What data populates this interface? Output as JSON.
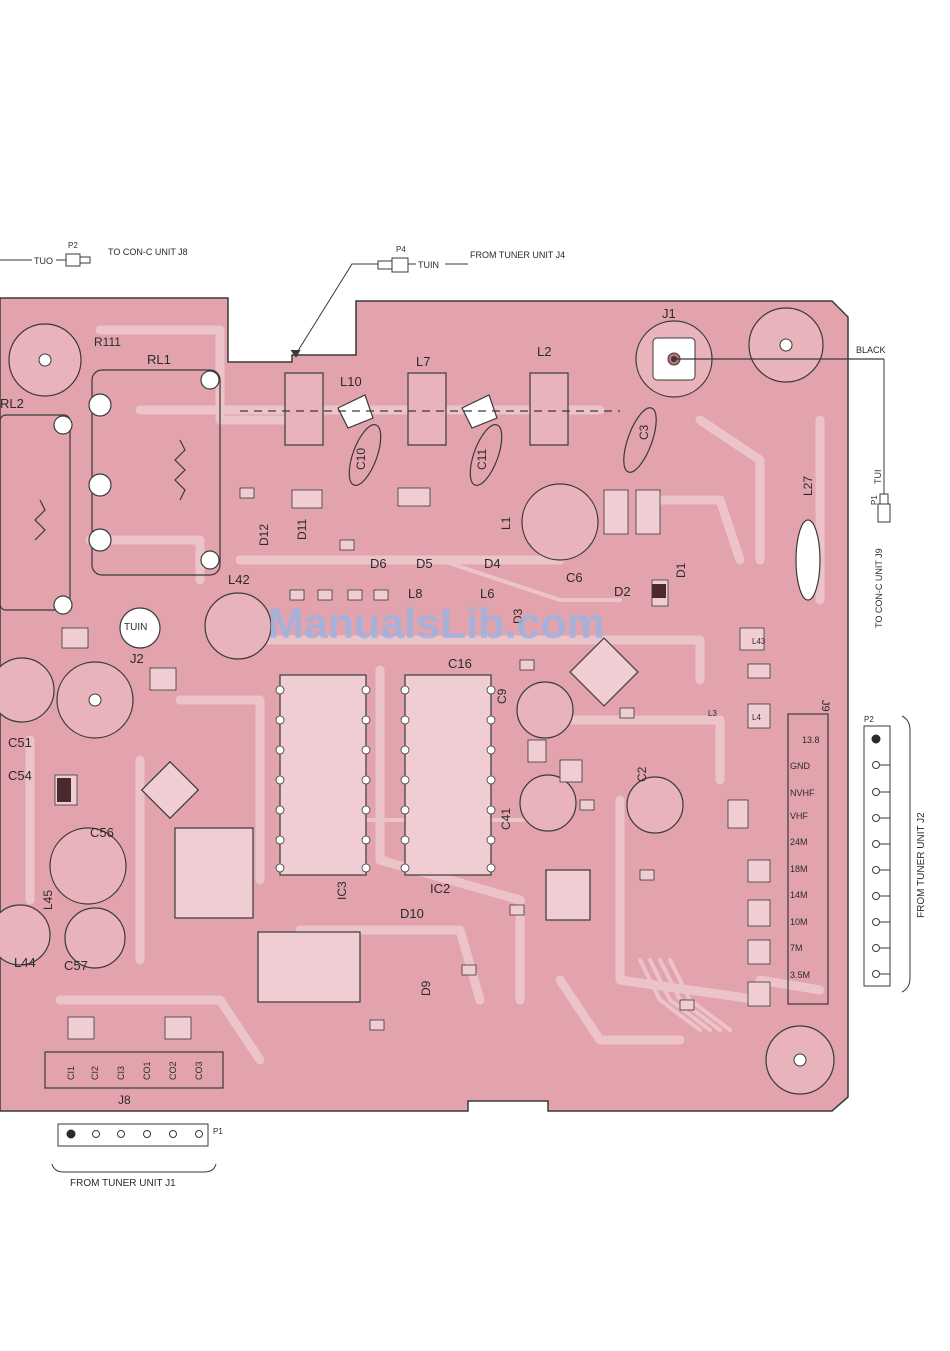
{
  "top_connectors": {
    "tuo_line": "TUO",
    "p2_ref": "P2",
    "p2_dest": "TO CON-C UNIT J8",
    "p4_ref": "P4",
    "tuin_line": "TUIN",
    "p4_dest": "FROM TUNER UNIT J4"
  },
  "right_connector": {
    "wire_color": "BLACK",
    "ref": "P1",
    "signal": "TUI",
    "dest": "TO CON-C UNIT J9"
  },
  "j9": {
    "ref": "J9",
    "plug_ref": "P2",
    "pins": [
      "13.8",
      "GND",
      "NVHF",
      "VHF",
      "24M",
      "18M",
      "14M",
      "10M",
      "7M",
      "3.5M"
    ],
    "source": "FROM TUNER UNIT J2"
  },
  "j8": {
    "ref": "J8",
    "pins": [
      "CI1",
      "CI2",
      "CI3",
      "CO1",
      "CO2",
      "CO3"
    ],
    "plug_ref": "P1",
    "source": "FROM TUNER UNIT J1"
  },
  "components": {
    "j1": "J1",
    "l2": "L2",
    "l7": "L7",
    "l10": "L10",
    "r111": "R111",
    "rl1": "RL1",
    "rl2": "RL2",
    "c3": "C3",
    "c11": "C11",
    "c10": "C10",
    "l27": "L27",
    "l42": "L42",
    "d12": "D12",
    "d11": "D11",
    "d6": "D6",
    "d5": "D5",
    "d4": "D4",
    "l8": "L8",
    "l6": "L6",
    "d3": "D3",
    "d2": "D2",
    "d1": "D1",
    "c6": "C6",
    "l1": "L1",
    "tuin_pad": "TUIN",
    "j2": "J2",
    "c16": "C16",
    "c9": "C9",
    "c51": "C51",
    "c54": "C54",
    "c56": "C56",
    "l45": "L45",
    "l44": "L44",
    "c57": "C57",
    "d10": "D10",
    "d9": "D9",
    "ic2": "IC2",
    "ic3": "IC3",
    "c41": "C41",
    "c2": "C2",
    "l43": "L43",
    "l3": "L3",
    "l4": "L4"
  },
  "watermark": "ManualsLib.com",
  "colors": {
    "board": "#e2a3ad",
    "trace": "#ecc3c8",
    "outline": "#3a3a3a",
    "silk": "#2b2b2b"
  }
}
